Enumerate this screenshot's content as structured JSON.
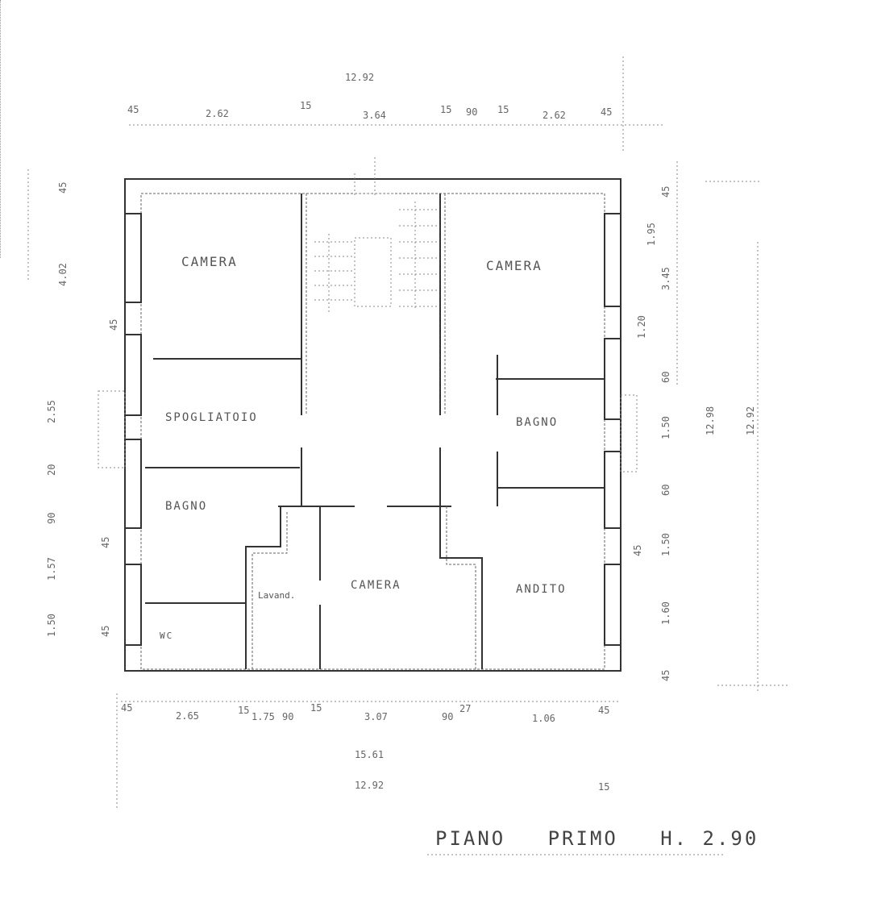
{
  "title": "PIANO   PRIMO   H. 2.90",
  "rooms": {
    "camera_nw": "CAMERA",
    "camera_ne": "CAMERA",
    "spogliatoio": "SPOGLIATOIO",
    "bagno_e": "BAGNO",
    "bagno_w": "BAGNO",
    "lavanderia": "Lavand.",
    "camera_s": "CAMERA",
    "andito": "ANDITO",
    "wc": "WC"
  },
  "dims": {
    "top_total": "12.92",
    "top": [
      "45",
      "2.62",
      "15",
      "3.64",
      "15",
      "90",
      "15",
      "2.62",
      "45"
    ],
    "bottom": [
      "45",
      "2.65",
      "15",
      "1.75",
      "90",
      "15",
      "3.07",
      "90",
      "27",
      "1.06",
      "45"
    ],
    "bottom_total_1": "15.61",
    "bottom_total_2": "12.92",
    "bottom_small": "15",
    "left": [
      "45",
      "4.02",
      "45",
      "2.55",
      "20",
      "90",
      "1.57",
      "45",
      "1.50",
      "45"
    ],
    "right": [
      "45",
      "1.95",
      "3.45",
      "1.20",
      "60",
      "1.50",
      "60",
      "1.50",
      "45",
      "1.60",
      "45"
    ],
    "right_total_1": "12.98",
    "right_total_2": "12.92"
  }
}
